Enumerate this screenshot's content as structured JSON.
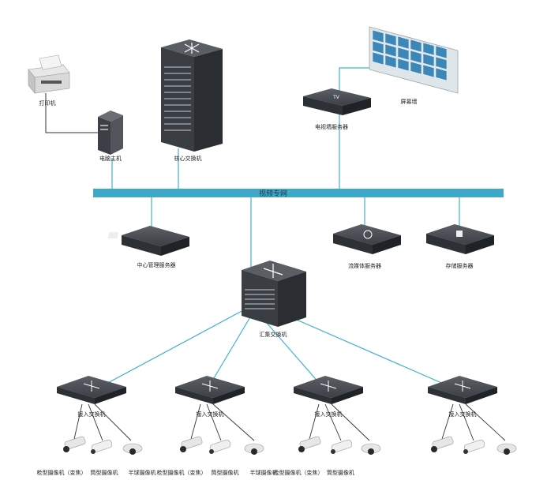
{
  "bus_label": "视频专网",
  "devices": {
    "printer": "打印机",
    "pc": "电脑主机",
    "core_switch": "核心交换机",
    "tv_server": "电视墙服务器",
    "screen_wall": "屏幕墙",
    "mgmt_server": "中心管理服务器",
    "stream_server": "流媒体服务器",
    "storage_server": "存储服务器",
    "agg_switch": "汇集交换机"
  },
  "access_switches": [
    {
      "label": "接入交换机"
    },
    {
      "label": "接入交换机"
    },
    {
      "label": "接入交换机"
    },
    {
      "label": "接入交换机"
    }
  ],
  "cameras": [
    {
      "label": "枪型摄像机（变焦）"
    },
    {
      "label": "筒型摄像机"
    },
    {
      "label": "半球摄像机"
    },
    {
      "label": "枪型摄像机（变焦）"
    },
    {
      "label": "筒型摄像机"
    },
    {
      "label": "半球摄像机"
    },
    {
      "label": "枪型摄像机（变焦）"
    },
    {
      "label": "筒型摄像机"
    }
  ],
  "colors": {
    "bus": "#3fa9c9",
    "link": "#3fb0d0",
    "link_dark": "#333333",
    "device_dark": "#3a3d42",
    "device_top": "#5a5e64"
  }
}
